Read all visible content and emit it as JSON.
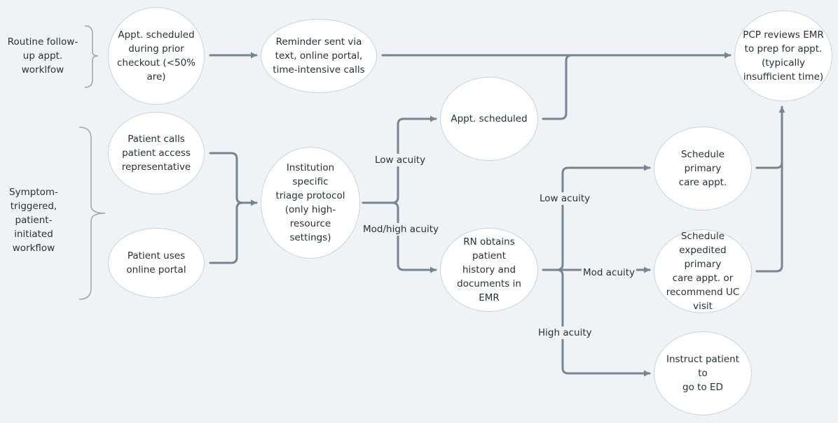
{
  "colors": {
    "background": "#eff3f6",
    "node_fill": "#ffffff",
    "node_border": "#c9d3dc",
    "connector": "#78848f",
    "brace": "#9aa5ae",
    "text": "#263238"
  },
  "groups": {
    "routine": "Routine follow-\nup appt.\nworklfow",
    "symptom": "Symptom-\ntriggered,\npatient-initiated\nworkflow"
  },
  "nodes": {
    "appt_prior_checkout": "Appt. scheduled\nduring prior\ncheckout (<50%\nare)",
    "reminder_sent": "Reminder sent via\ntext, online portal,\ntime-intensive calls",
    "pcp_reviews": "PCP reviews EMR\nto prep for appt.\n(typically\ninsufficient time)",
    "patient_calls": "Patient calls\npatient access\nrepresentative",
    "patient_portal": "Patient uses\nonline portal",
    "triage_protocol": "Institution specific\ntriage protocol\n(only high-\nresource settings)",
    "appt_scheduled": "Appt. scheduled",
    "rn_obtains": "RN obtains patient\nhistory and\ndocuments in EMR",
    "schedule_primary": "Schedule primary\ncare appt.",
    "schedule_expedited": "Schedule\nexpedited primary\ncare appt. or\nrecommend UC\nvisit",
    "instruct_ed": "Instruct patient to\ngo to ED"
  },
  "edge_labels": {
    "triage_low": "Low acuity",
    "triage_mod_high": "Mod/high acuity",
    "rn_low": "Low acuity",
    "rn_mod": "Mod acuity",
    "rn_high": "High acuity"
  }
}
